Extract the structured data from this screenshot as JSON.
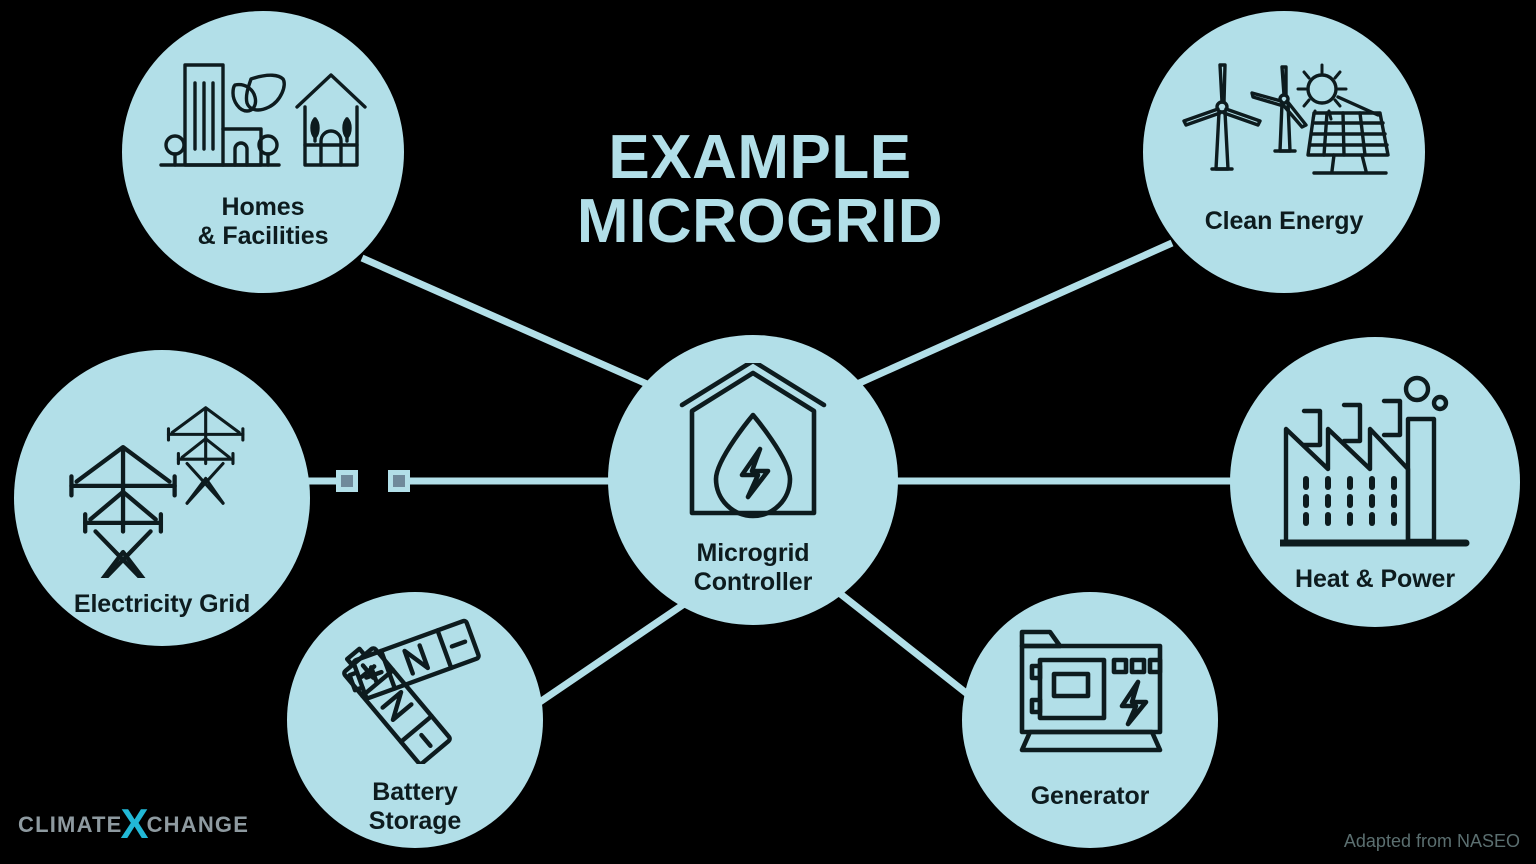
{
  "title": "EXAMPLE\nMICROGRID",
  "colors": {
    "background": "#000000",
    "node_fill": "#b2dfe8",
    "edge": "#b2dfe8",
    "icon_stroke": "#0d1b1e",
    "switch_inner": "#6f8a9b",
    "logo_text": "#8e9aa0",
    "logo_accent": "#22b8d6",
    "attribution": "#5b6f70"
  },
  "nodes": [
    {
      "id": "homes",
      "label": "Homes\n& Facilities",
      "icon": "city-house-leaf-icon"
    },
    {
      "id": "clean",
      "label": "Clean Energy",
      "icon": "wind-solar-icon"
    },
    {
      "id": "grid",
      "label": "Electricity Grid",
      "icon": "transmission-tower-icon"
    },
    {
      "id": "heat",
      "label": "Heat & Power",
      "icon": "factory-chp-icon"
    },
    {
      "id": "controller",
      "label": "Microgrid\nController",
      "icon": "house-droplet-bolt-icon"
    },
    {
      "id": "battery",
      "label": "Battery\nStorage",
      "icon": "batteries-icon"
    },
    {
      "id": "generator",
      "label": "Generator",
      "icon": "generator-box-icon"
    }
  ],
  "switch": {
    "name": "grid-disconnect-switch",
    "state": "open"
  },
  "logo": {
    "prefix": "CLIMATE",
    "mark": "X",
    "suffix": "CHANGE"
  },
  "attribution": "Adapted from NASEO"
}
